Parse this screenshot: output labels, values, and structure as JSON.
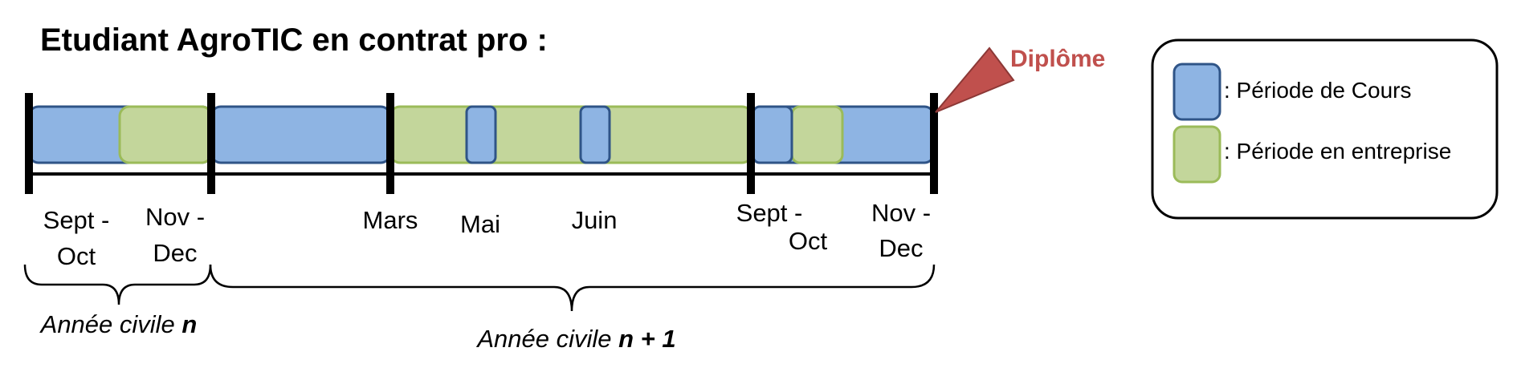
{
  "title": "Etudiant AgroTIC en contrat pro :",
  "diploma": {
    "label": "Diplôme",
    "color": "#C0504D"
  },
  "colors": {
    "cours_fill": "#8EB4E3",
    "cours_stroke": "#2F5487",
    "entreprise_fill": "#C3D69B",
    "entreprise_stroke": "#9BBB59"
  },
  "months": {
    "sept1_a": "Sept -",
    "sept1_b": "Oct",
    "nov1_a": "Nov -",
    "nov1_b": "Dec",
    "mars": "Mars",
    "mai": "Mai",
    "juin": "Juin",
    "sept2_a": "Sept -",
    "sept2_b": "Oct",
    "nov2_a": "Nov -",
    "nov2_b": "Dec"
  },
  "periods": {
    "year1": {
      "text": "Année civile ",
      "n": "n"
    },
    "year2": {
      "text": "Année civile ",
      "n": "n + 1"
    }
  },
  "legend": {
    "cours": ": Période de Cours",
    "entreprise": ": Période en entreprise"
  }
}
